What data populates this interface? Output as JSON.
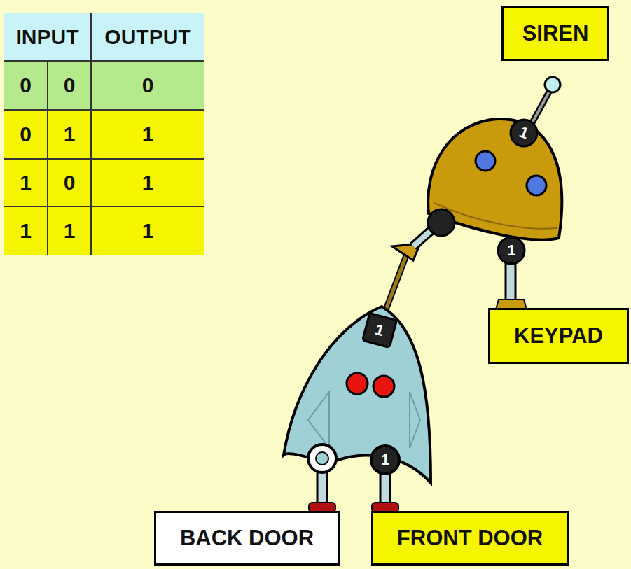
{
  "diagram": {
    "nodes": [
      {
        "text": [
          "SIREN"
        ]
      },
      {
        "text": [
          "KEYPAD"
        ]
      },
      {
        "text": [
          "BACK DOOR"
        ]
      },
      {
        "text": [
          "FRONT DOOR"
        ]
      }
    ],
    "labels": [
      "INPUT",
      "OUTPUT",
      "0",
      "0",
      "0",
      "0",
      "1",
      "1",
      "1",
      "0",
      "1",
      "1",
      "1",
      "1",
      "1",
      "1",
      "1",
      "1"
    ]
  }
}
